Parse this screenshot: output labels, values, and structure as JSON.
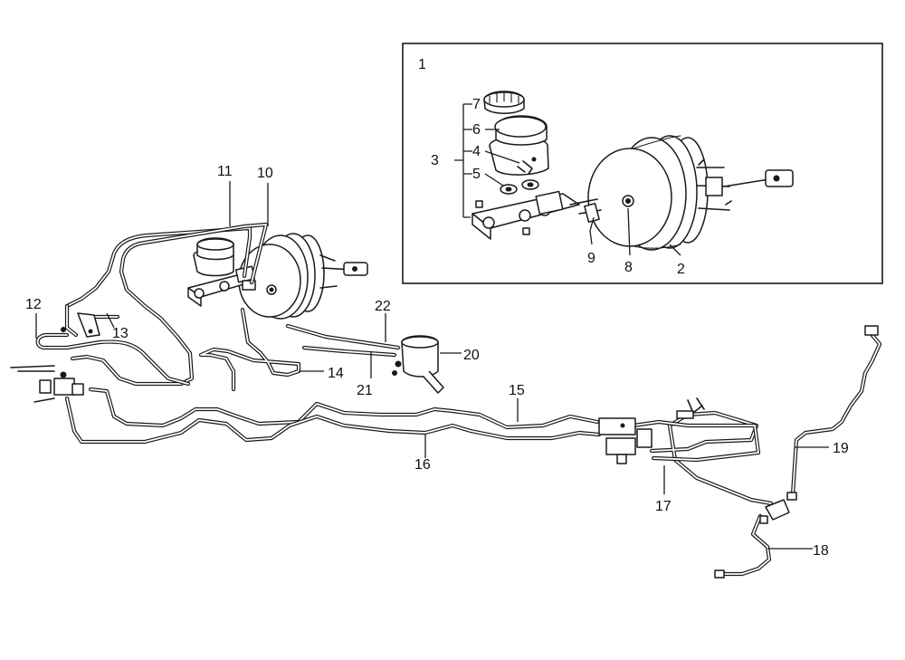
{
  "callouts": {
    "c1": "1",
    "c2": "2",
    "c3": "3",
    "c4": "4",
    "c5": "5",
    "c6": "6",
    "c7": "7",
    "c8": "8",
    "c9": "9",
    "c10": "10",
    "c11": "11",
    "c12": "12",
    "c13": "13",
    "c14": "14",
    "c15": "15",
    "c16": "16",
    "c17": "17",
    "c18": "18",
    "c19": "19",
    "c20": "20",
    "c21": "21",
    "c22": "22"
  },
  "colors": {
    "line": "#1a1a1a",
    "background": "#ffffff"
  }
}
